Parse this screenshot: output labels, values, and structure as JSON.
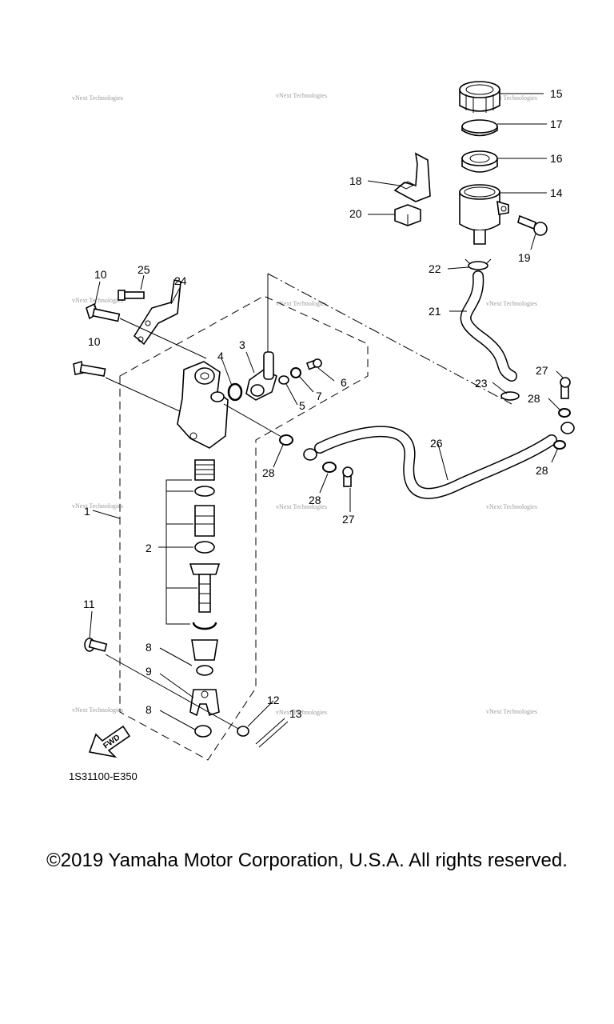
{
  "diagram_code": "1S31100-E350",
  "fwd_label": "FWD",
  "watermark": "vNext Technologies",
  "copyright": "©2019 Yamaha Motor Corporation, U.S.A. All rights reserved.",
  "part_numbers": [
    "1",
    "2",
    "3",
    "4",
    "5",
    "6",
    "7",
    "8",
    "8",
    "9",
    "10",
    "10",
    "11",
    "12",
    "13",
    "14",
    "15",
    "16",
    "17",
    "18",
    "19",
    "20",
    "21",
    "22",
    "23",
    "24",
    "25",
    "26",
    "27",
    "27",
    "28",
    "28",
    "28",
    "28"
  ]
}
